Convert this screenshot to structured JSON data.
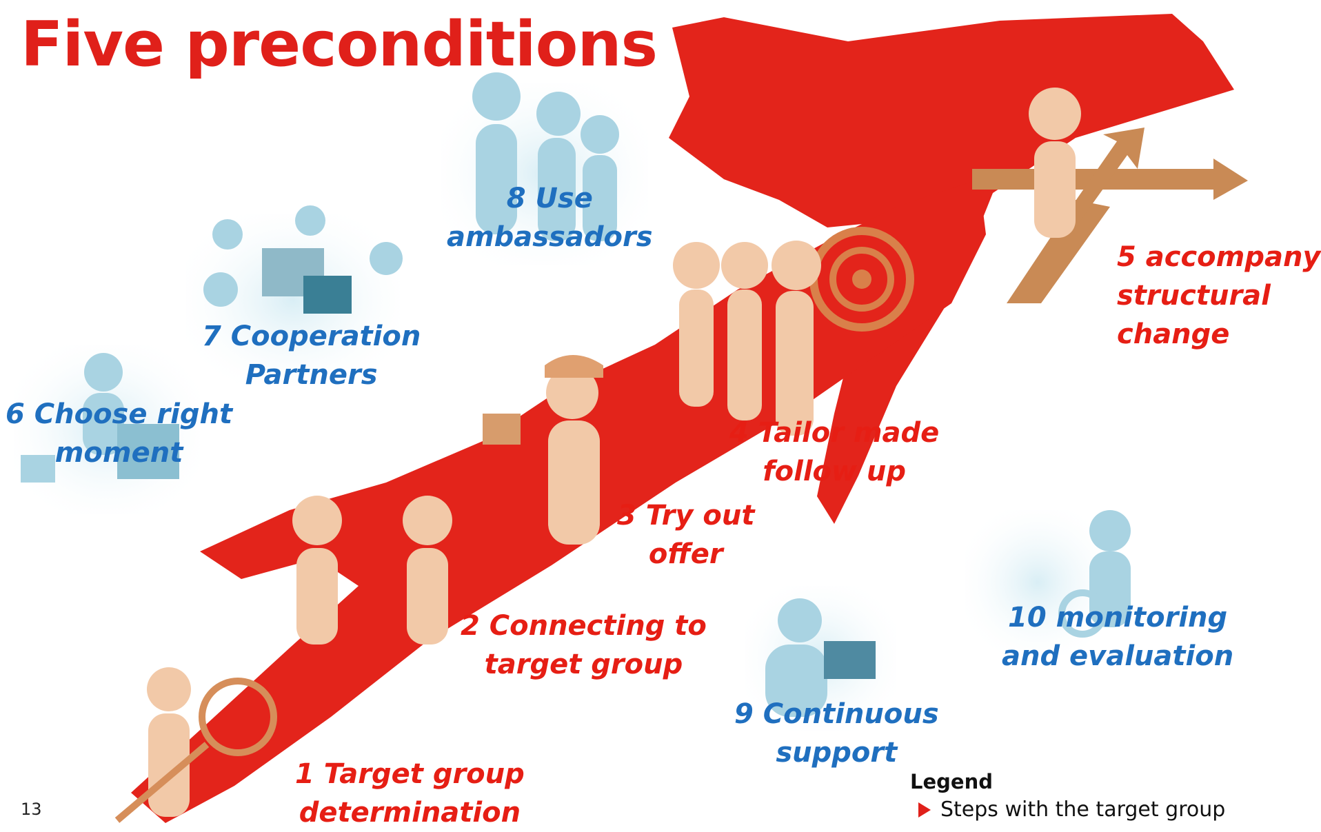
{
  "title": "Five preconditions",
  "page_number": "13",
  "colors": {
    "red": "#e61e14",
    "blue": "#1f6fbf",
    "figure": "#f2c9a8",
    "figure_blue": "#a9d3e2"
  },
  "steps": [
    {
      "number": "1",
      "line1": "1 Target group",
      "line2": "determination",
      "type": "target-group"
    },
    {
      "number": "2",
      "line1": "2 Connecting to",
      "line2": "target group",
      "type": "target-group"
    },
    {
      "number": "3",
      "line1": "3 Try out",
      "line2": "offer",
      "type": "target-group"
    },
    {
      "number": "4",
      "line1": "4 Tailor made",
      "line2": "follow up",
      "type": "target-group"
    },
    {
      "number": "5",
      "line1": "5 accompany",
      "line2": "structural",
      "line3": "change",
      "type": "target-group"
    },
    {
      "number": "6",
      "line1": "6 Choose right",
      "line2": "moment",
      "type": "precondition"
    },
    {
      "number": "7",
      "line1": "7 Cooperation",
      "line2": "Partners",
      "type": "precondition"
    },
    {
      "number": "8",
      "line1": "8 Use",
      "line2": "ambassadors",
      "type": "precondition"
    },
    {
      "number": "9",
      "line1": "9 Continuous",
      "line2": "support",
      "type": "precondition"
    },
    {
      "number": "10",
      "line1": "10 monitoring",
      "line2": "and evaluation",
      "type": "precondition"
    }
  ],
  "legend": {
    "title": "Legend",
    "items": [
      {
        "marker": "red-triangle-icon",
        "label": "Steps with the target group"
      }
    ]
  }
}
